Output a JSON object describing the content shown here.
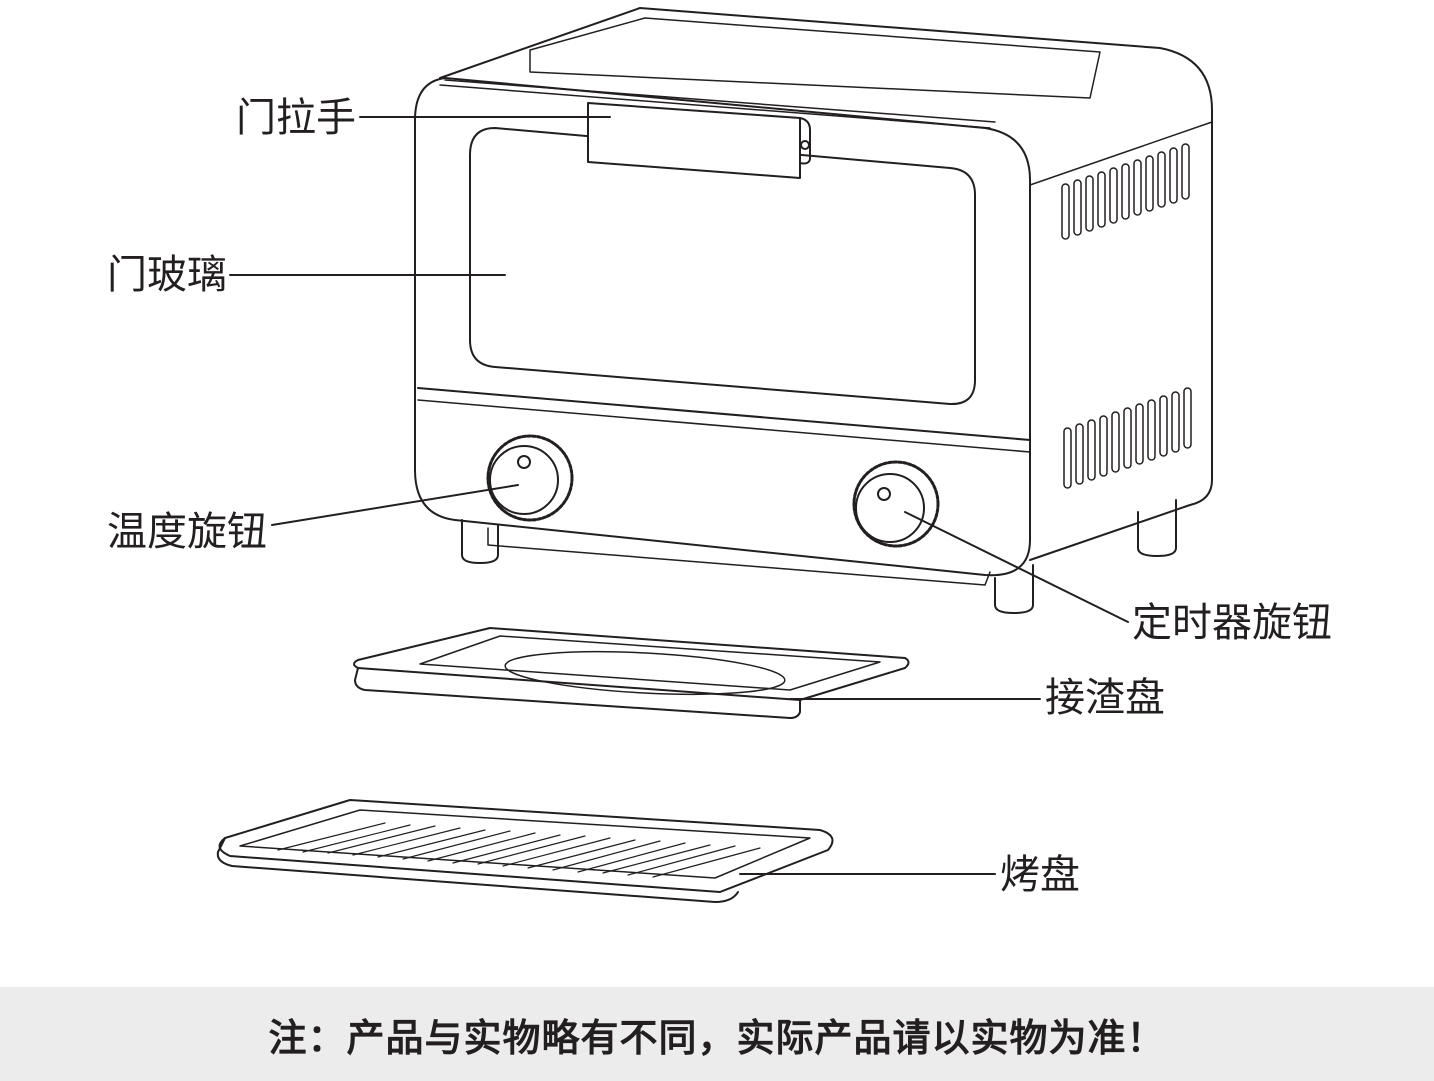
{
  "labels": {
    "door_handle": "门拉手",
    "door_glass": "门玻璃",
    "temperature_knob": "温度旋钮",
    "timer_knob": "定时器旋钮",
    "crumb_tray": "接渣盘",
    "baking_tray": "烤盘"
  },
  "footer": {
    "note": "注：产品与实物略有不同，实际产品请以实物为准！"
  },
  "colors": {
    "line": "#231f20",
    "footer_background": "#ececec"
  }
}
